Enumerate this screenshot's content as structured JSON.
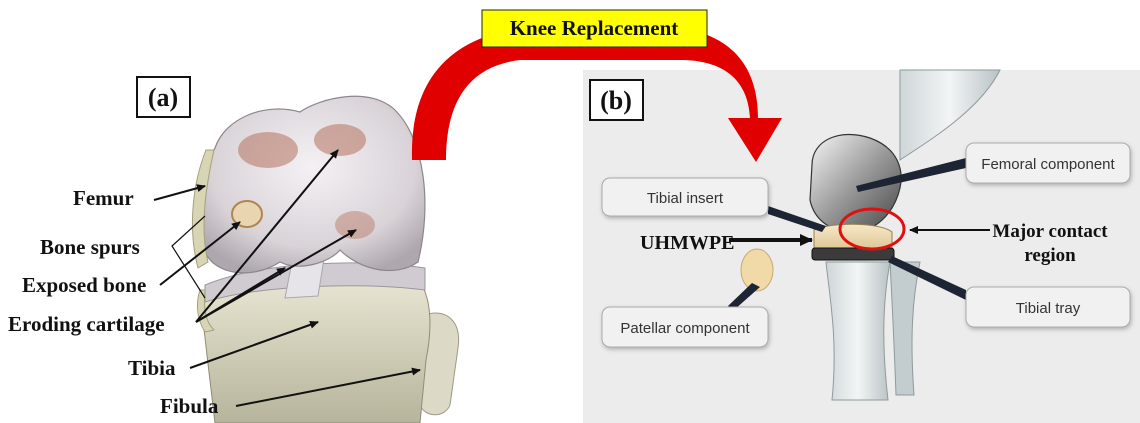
{
  "banner": {
    "label": "Knee Replacement",
    "bg": "#ffff00",
    "arrow_color": "#e10000"
  },
  "panel_a": {
    "tag": "(a)",
    "labels": {
      "femur": "Femur",
      "bone_spurs": "Bone spurs",
      "exposed_bone": "Exposed bone",
      "eroding_cartilage": "Eroding cartilage",
      "tibia": "Tibia",
      "fibula": "Fibula"
    }
  },
  "panel_b": {
    "tag": "(b)",
    "bg": "#ececec",
    "callouts": {
      "tibial_insert": "Tibial insert",
      "patellar_component": "Patellar component",
      "femoral_component": "Femoral component",
      "tibial_tray": "Tibial tray"
    },
    "uhmwpe": "UHMWPE",
    "major_contact_line1": "Major contact",
    "major_contact_line2": "region",
    "ring_color": "#e01010"
  }
}
